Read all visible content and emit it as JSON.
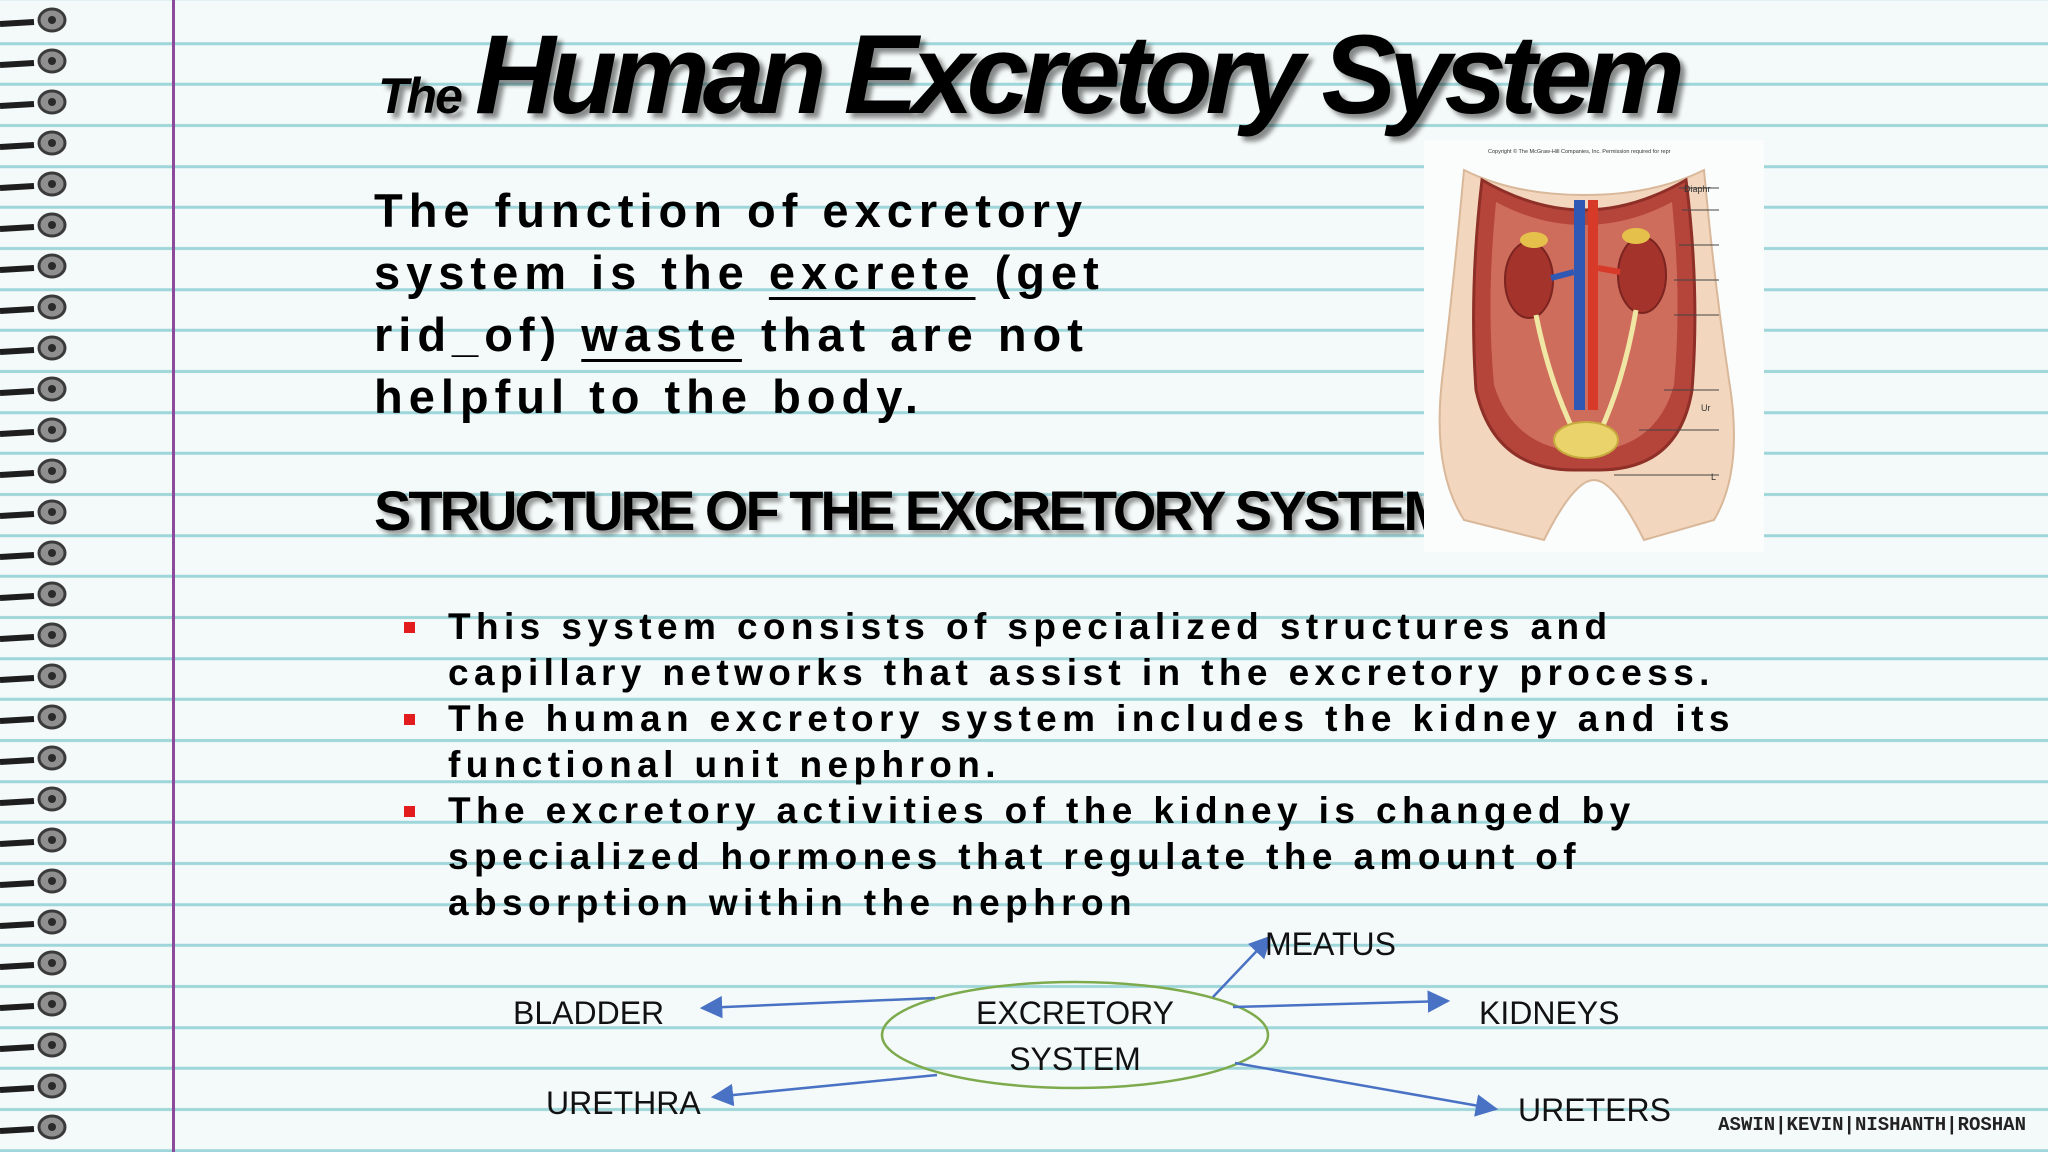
{
  "slide": {
    "title_prefix": "The",
    "title_main": "Human Excretory System",
    "intro": {
      "part1": "The function of excretory system is the ",
      "underline1": "excrete",
      "part2": " (get rid_of) ",
      "underline2": "waste",
      "part3": " that are not helpful to the body."
    },
    "structure_heading": "STRUCTURE OF THE EXCRETORY SYSTEM",
    "bullets": [
      "This system consists of specialized structures and capillary networks that assist in the excretory process.",
      "The human excretory  system includes the kidney and its functional unit nephron.",
      "The excretory activities of the kidney is changed by specialized hormones that regulate the amount of absorption within the nephron"
    ],
    "image": {
      "copyright_text": "Copyright © The McGraw-Hill Companies, Inc. Permission required for repr",
      "labels": [
        "Diaphr",
        "Ur",
        "L"
      ]
    },
    "diagram": {
      "center_line1": "EXCRETORY",
      "center_line2": "SYSTEM",
      "nodes": {
        "meatus": "MEATUS",
        "bladder": "BLADDER",
        "kidneys": "KIDNEYS",
        "urethra": "URETHRA",
        "ureters": "URETERS"
      }
    },
    "authors": "ASWIN|KEVIN|NISHANTH|ROSHAN"
  },
  "colors": {
    "ruled_line": "#9fd6da",
    "margin_line": "#8c4a9a",
    "bullet_marker": "#e21c1c",
    "ellipse_stroke": "#7daa4c",
    "arrow": "#4a72c4"
  }
}
